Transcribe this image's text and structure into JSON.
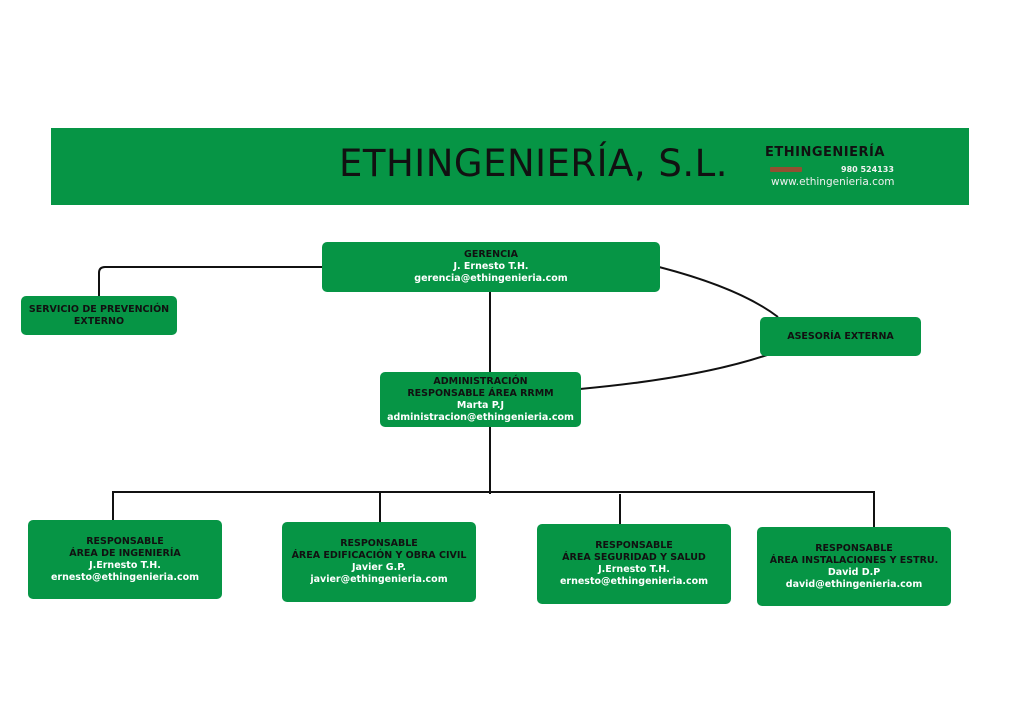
{
  "header": {
    "title": "ETHINGENIERÍA, S.L.",
    "logo": {
      "name": "ETHINGENIERÍA",
      "phone": "980 524133",
      "url": "www.ethingenieria.com"
    }
  },
  "colors": {
    "brand_green": "#069545",
    "title_text": "#111111",
    "detail_text": "#ffffff",
    "connector": "#111111"
  },
  "org": {
    "gerencia": {
      "title": "GERENCIA",
      "person": "J. Ernesto T.H.",
      "email": "gerencia@ethingenieria.com"
    },
    "prevencion": {
      "title_line1": "SERVICIO DE PREVENCIÓN",
      "title_line2": "EXTERNO"
    },
    "asesoria": {
      "title": "ASESORÍA EXTERNA"
    },
    "administracion": {
      "title_line1": "ADMINISTRACIÓN",
      "title_line2": "RESPONSABLE ÁREA RRMM",
      "person": "Marta P.J",
      "email": "administracion@ethingenieria.com"
    },
    "areas": [
      {
        "role": "RESPONSABLE",
        "area": "ÁREA DE INGENIERÍA",
        "person": "J.Ernesto T.H.",
        "email": "ernesto@ethingenieria.com"
      },
      {
        "role": "RESPONSABLE",
        "area": "ÁREA EDIFICACIÓN Y OBRA CIVIL",
        "person": "Javier G.P.",
        "email": "javier@ethingenieria.com"
      },
      {
        "role": "RESPONSABLE",
        "area": "ÁREA SEGURIDAD Y SALUD",
        "person": "J.Ernesto T.H.",
        "email": "ernesto@ethingenieria.com"
      },
      {
        "role": "RESPONSABLE",
        "area": "ÁREA INSTALACIONES Y ESTRU.",
        "person": "David D.P",
        "email": "david@ethingenieria.com"
      }
    ]
  }
}
